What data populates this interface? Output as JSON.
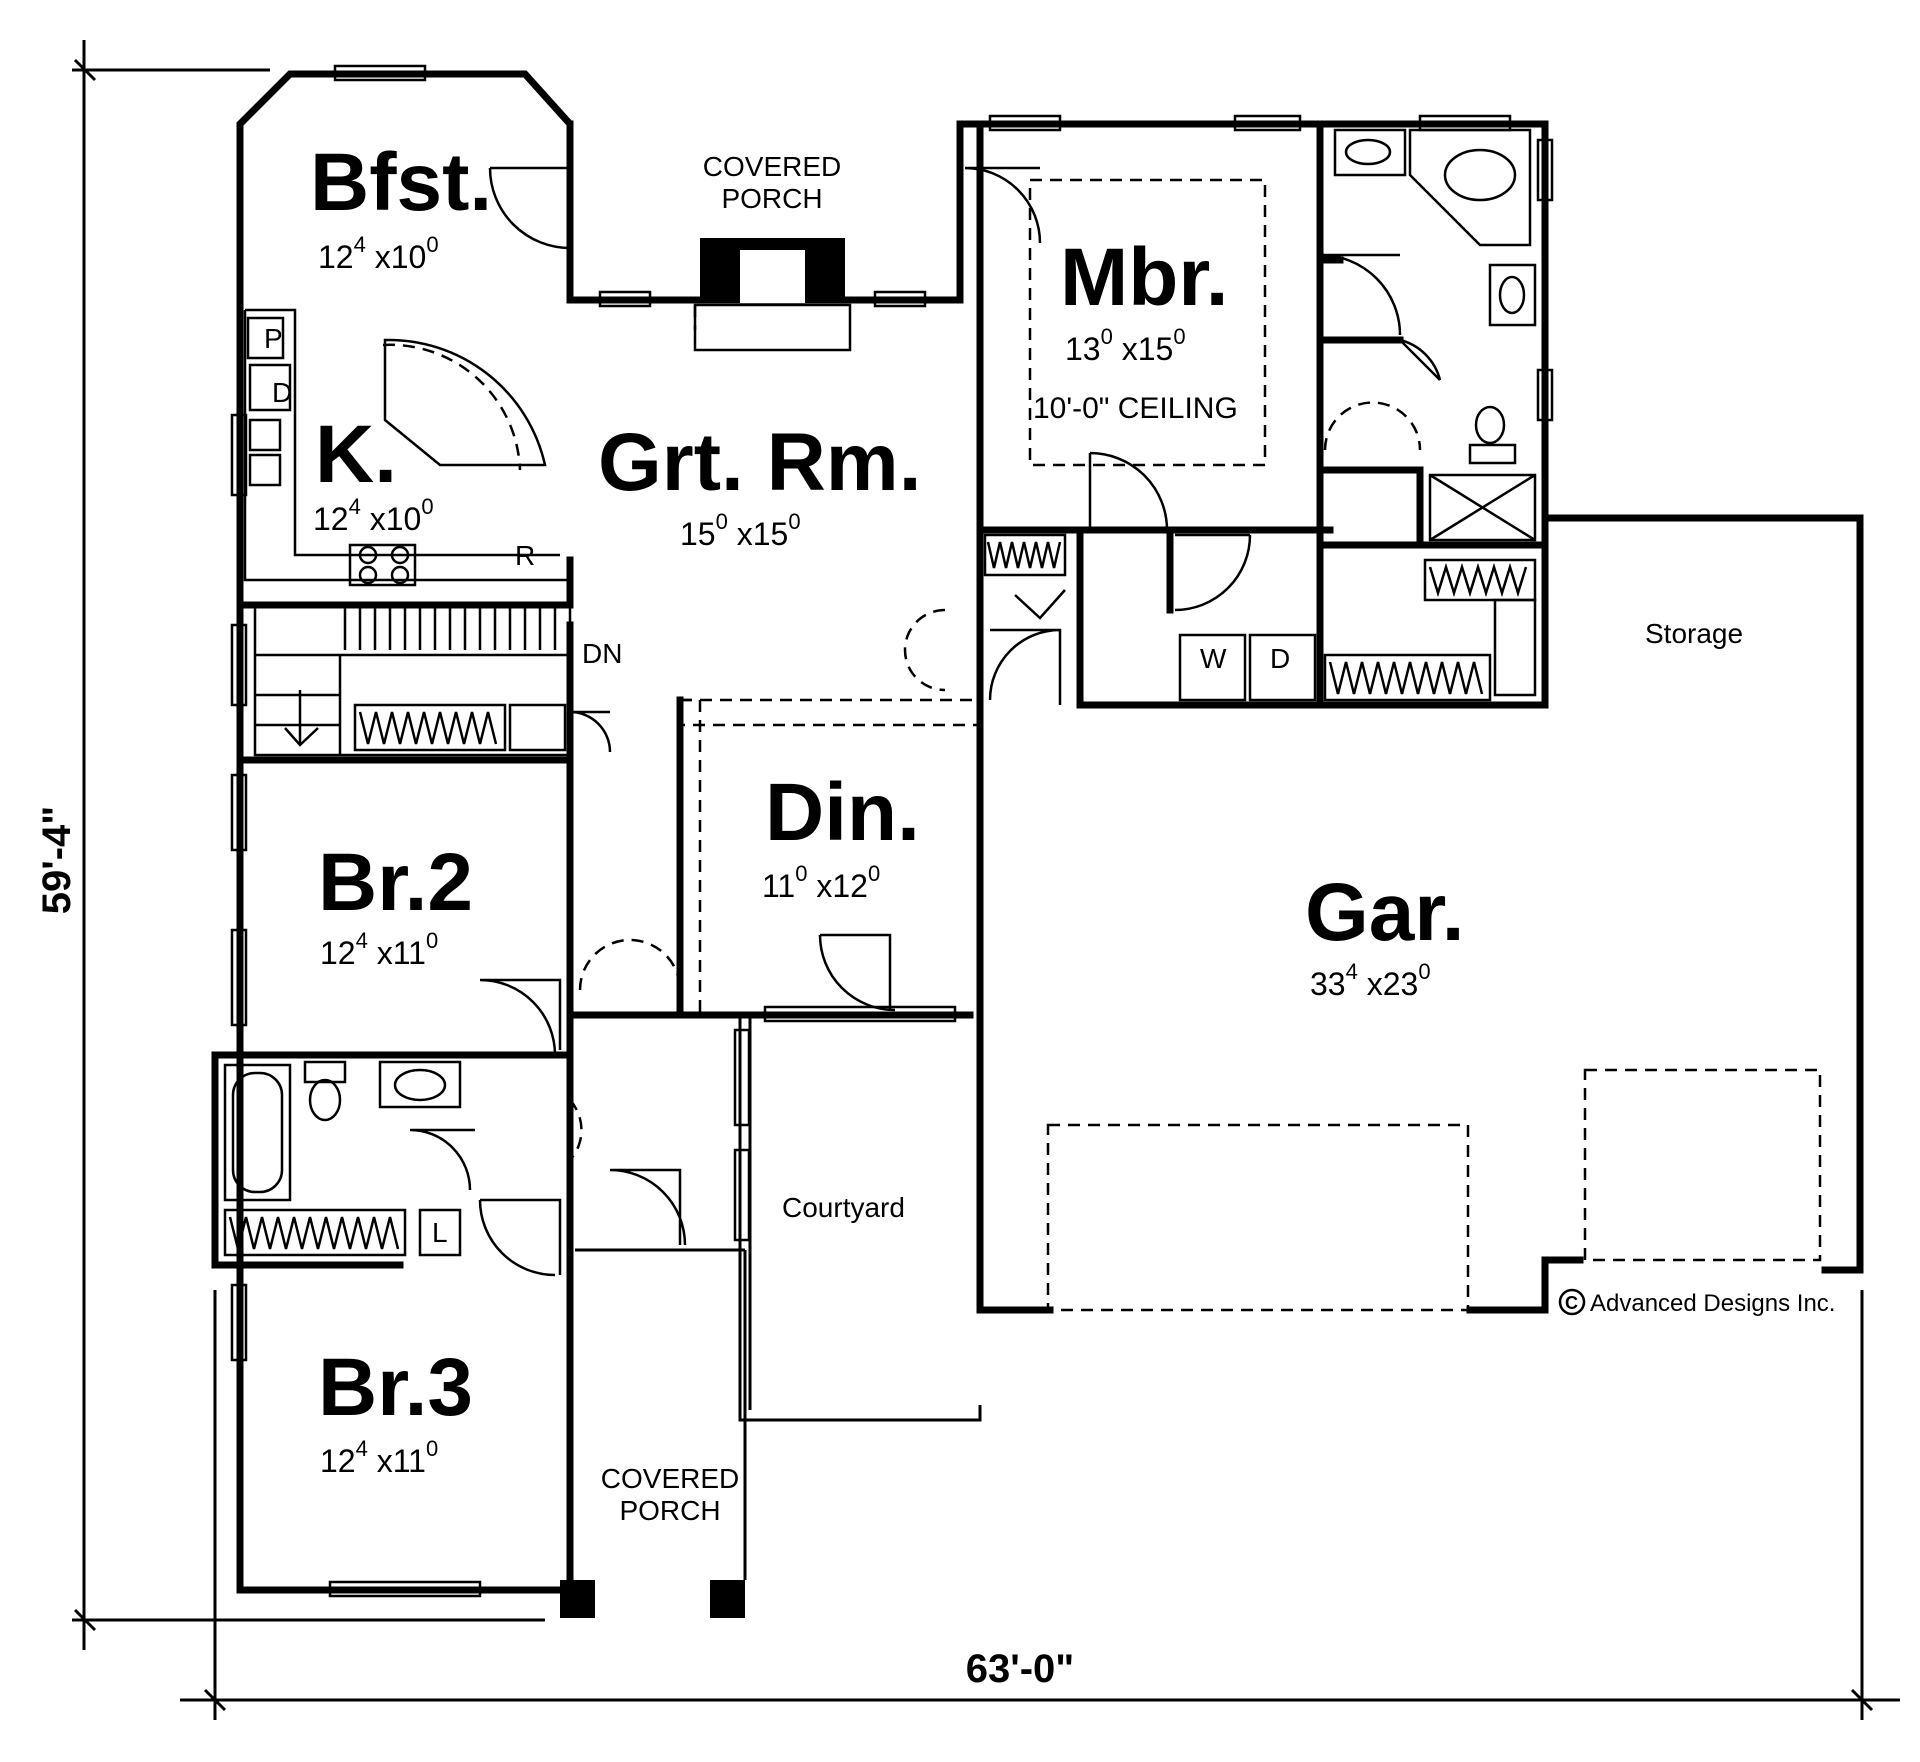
{
  "plan": {
    "rooms": {
      "bfst": {
        "name": "Bfst.",
        "w": "12",
        "w_in": "4",
        "d": "10",
        "d_in": "0"
      },
      "kitchen": {
        "name": "K.",
        "w": "12",
        "w_in": "4",
        "d": "10",
        "d_in": "0"
      },
      "great_room": {
        "name": "Grt. Rm.",
        "w": "15",
        "w_in": "0",
        "d": "15",
        "d_in": "0"
      },
      "master": {
        "name": "Mbr.",
        "w": "13",
        "w_in": "0",
        "d": "15",
        "d_in": "0",
        "note": "10'-0\" CEILING"
      },
      "dining": {
        "name": "Din.",
        "w": "11",
        "w_in": "0",
        "d": "12",
        "d_in": "0"
      },
      "br2": {
        "name": "Br.2",
        "w": "12",
        "w_in": "4",
        "d": "11",
        "d_in": "0"
      },
      "br3": {
        "name": "Br.3",
        "w": "12",
        "w_in": "4",
        "d": "11",
        "d_in": "0"
      },
      "garage": {
        "name": "Gar.",
        "w": "33",
        "w_in": "4",
        "d": "23",
        "d_in": "0"
      }
    },
    "labels": {
      "covered_porch_rear_1": "COVERED",
      "covered_porch_rear_2": "PORCH",
      "covered_porch_front_1": "COVERED",
      "covered_porch_front_2": "PORCH",
      "storage": "Storage",
      "courtyard": "Courtyard",
      "stairs_dn": "DN",
      "pantry": "P",
      "dishwasher": "D",
      "refrigerator": "R",
      "washer": "W",
      "dryer": "D",
      "linen": "L",
      "times": "x"
    },
    "dimensions": {
      "overall_width": "63'-0\"",
      "overall_depth": "59'-4\""
    },
    "copyright": "Advanced Designs Inc.",
    "copyright_symbol": "C"
  }
}
